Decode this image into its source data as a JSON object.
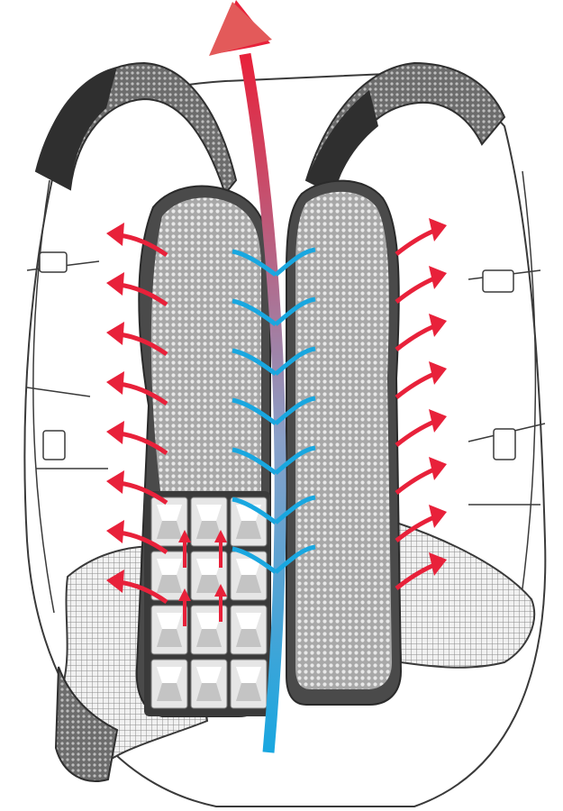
{
  "figure": {
    "subject": "backpack-back-panel-ventilation",
    "colors": {
      "background": "#ffffff",
      "outline": "#3a3a3a",
      "mesh_fill": "#9a9a9a",
      "panel_dark": "#4a4a4a",
      "warm_air": "#e8213a",
      "cool_air": "#19a7e0",
      "foam_light": "#e6e6e6"
    },
    "airflow": {
      "cool": {
        "label": "",
        "icon": "cool-air-channel"
      },
      "warm": {
        "label": "",
        "icon": "warm-air-arrow"
      },
      "exhaust": {
        "label": "",
        "icon": "exhaust-arrow"
      }
    }
  }
}
